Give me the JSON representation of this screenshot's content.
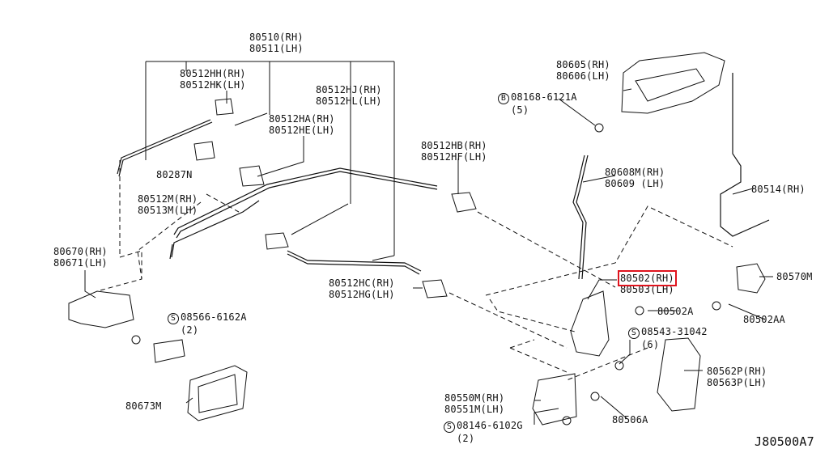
{
  "diagram_code": "J80500A7",
  "highlight_color": "#e0141e",
  "labels": {
    "l80510": [
      "80510(RH)",
      "80511(LH)"
    ],
    "l80512hh": [
      "80512HH(RH)",
      "80512HK(LH)"
    ],
    "l80512hj": [
      "80512HJ(RH)",
      "80512HL(LH)"
    ],
    "l80512ha": [
      "80512HA(RH)",
      "80512HE(LH)"
    ],
    "l80287": "80287N",
    "l80512hb": [
      "80512HB(RH)",
      "80512HF(LH)"
    ],
    "l80512m": [
      "80512M(RH)",
      "80513M(LH)"
    ],
    "l80670": [
      "80670(RH)",
      "80671(LH)"
    ],
    "l80512hc": [
      "80512HC(RH)",
      "80512HG(LH)"
    ],
    "s08566": {
      "symbol": "S",
      "part": "08566-6162A",
      "qty": "(2)"
    },
    "l80673": "80673M",
    "l80605": [
      "80605(RH)",
      "80606(LH)"
    ],
    "b08168": {
      "symbol": "B",
      "part": "08168-6121A",
      "qty": "(5)"
    },
    "l80608": [
      "80608M(RH)",
      "80609 (LH)"
    ],
    "l80514": "80514(RH)",
    "l80502": [
      "80502(RH)",
      "80503(LH)"
    ],
    "l80570": "80570M",
    "l80502a": "80502A",
    "l80502aa": "80502AA",
    "s08543": {
      "symbol": "S",
      "part": "08543-31042",
      "qty": "(6)"
    },
    "l80562": [
      "80562P(RH)",
      "80563P(LH)"
    ],
    "l80550": [
      "80550M(RH)",
      "80551M(LH)"
    ],
    "l80506": "80506A",
    "s08146": {
      "symbol": "S",
      "part": "08146-6102G",
      "qty": "(2)"
    }
  }
}
